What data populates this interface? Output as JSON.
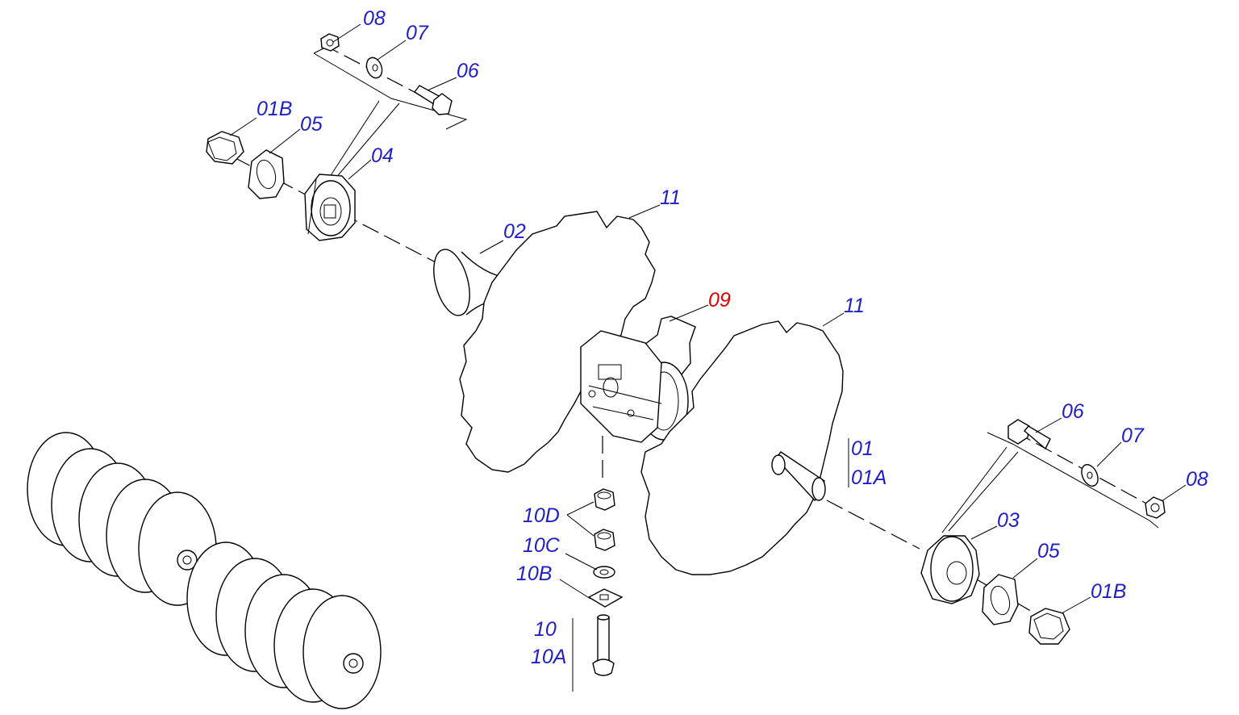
{
  "callouts": {
    "c08_top": "08",
    "c07_top": "07",
    "c06_top": "06",
    "c01B_left": "01B",
    "c05_left": "05",
    "c04": "04",
    "c02": "02",
    "c11_left": "11",
    "c09": "09",
    "c11_right": "11",
    "c01": "01",
    "c01A": "01A",
    "c06_right": "06",
    "c07_right": "07",
    "c08_right": "08",
    "c03": "03",
    "c05_right": "05",
    "c01B_right": "01B",
    "c10D": "10D",
    "c10C": "10C",
    "c10B": "10B",
    "c10": "10",
    "c10A": "10A"
  },
  "colors": {
    "callout_default": "#1f1fc8",
    "callout_highlight": "#e00000",
    "line": "#000000"
  },
  "highlighted_part": "09"
}
